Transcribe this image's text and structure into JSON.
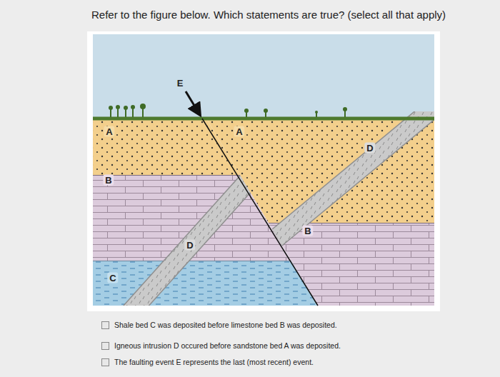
{
  "diagram": {
    "title": "Refer to the figure below. Which statements are true? (select all that apply)",
    "labels": [
      "A",
      "A",
      "B",
      "B",
      "C",
      "D",
      "D",
      "E",
      "Shale bed C was deposited before limestone bed B was deposited.",
      "Igneous intrusion D occured before sandstone bed A was deposited.",
      "The faulting event E represents the last (most recent) event."
    ]
  }
}
